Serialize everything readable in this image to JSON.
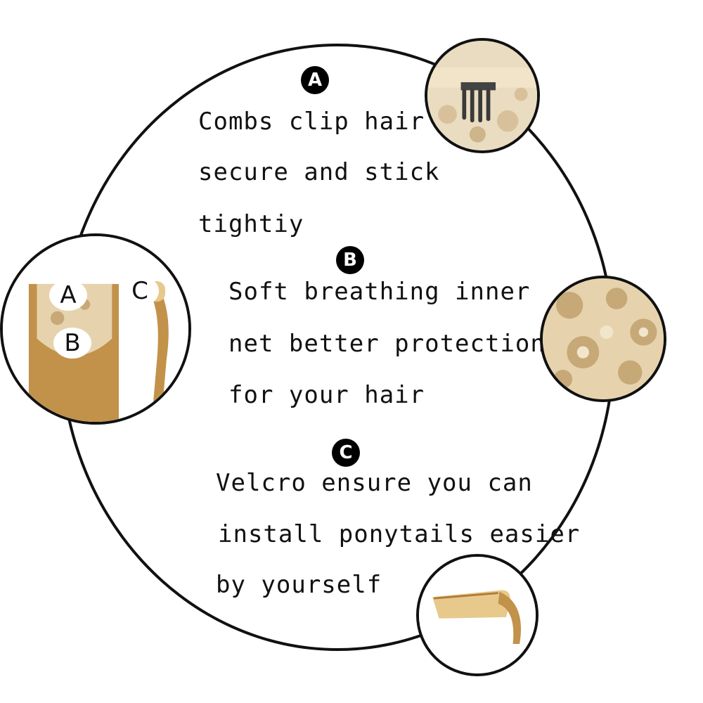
{
  "sections": [
    {
      "badge": "A",
      "lines": [
        "Combs clip hair",
        "secure and stick",
        "tightiy"
      ]
    },
    {
      "badge": "B",
      "lines": [
        "Soft breathing inner",
        "net better protection",
        "for your hair"
      ]
    },
    {
      "badge": "C",
      "lines": [
        "Velcro ensure you can",
        "install ponytails easier",
        "by yourself"
      ]
    }
  ],
  "diagram_labels": [
    "A",
    "B",
    "C"
  ],
  "colors": {
    "hair": "#c2924a",
    "lace": "#e6d3ad",
    "lace_dark": "#b89663",
    "outline": "#111111"
  },
  "icons": [
    "comb-clip-photo",
    "lace-net-photo",
    "velcro-strap-photo",
    "ponytail-diagram-photo"
  ]
}
